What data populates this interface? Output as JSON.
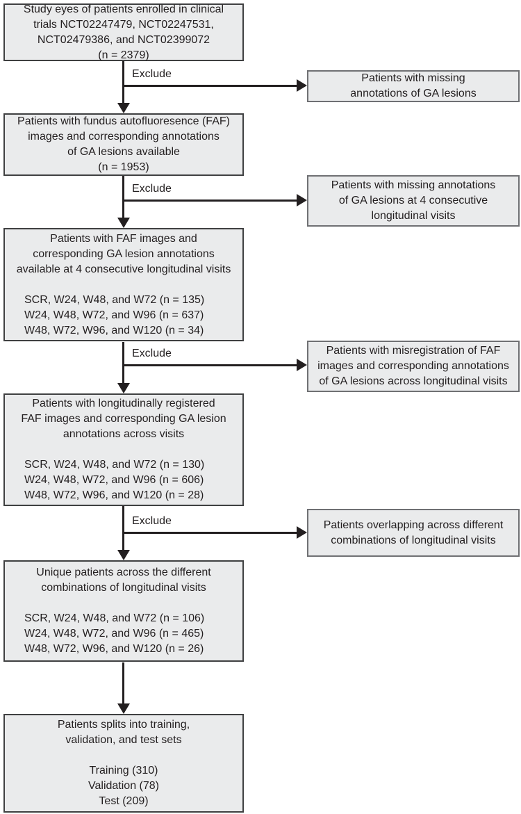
{
  "flow": {
    "exclude_label": "Exclude",
    "colors": {
      "box_fill": "#eaebec",
      "main_box_border": "#3f4041",
      "side_box_border": "#6f7073",
      "line_and_text": "#231f20",
      "background": "#ffffff"
    },
    "main_boxes": [
      {
        "name": "enrolled",
        "header": [
          "Study eyes of patients enrolled in clinical",
          "trials NCT02247479, NCT02247531,",
          "NCT02479386, and NCT02399072",
          "(n = 2379)"
        ]
      },
      {
        "name": "faf-available",
        "header": [
          "Patients with fundus autofluoresence (FAF)",
          "images and corresponding annotations",
          "of GA lesions available",
          "(n = 1953)"
        ]
      },
      {
        "name": "faf-4-consecutive-visits",
        "header": [
          "Patients with FAF images and",
          "corresponding GA lesion annotations",
          "available at 4 consecutive longitudinal visits"
        ],
        "items": [
          "SCR, W24, W48, and W72 (n = 135)",
          "W24, W48, W72, and W96 (n = 637)",
          "W48, W72, W96, and W120 (n = 34)"
        ]
      },
      {
        "name": "longitudinally-registered",
        "header": [
          "Patients with longitudinally registered",
          "FAF images and corresponding GA lesion",
          "annotations across visits"
        ],
        "items": [
          "SCR, W24, W48, and W72 (n = 130)",
          "W24, W48, W72, and W96 (n = 606)",
          "W48, W72, W96, and W120 (n = 28)"
        ]
      },
      {
        "name": "unique-patients",
        "header": [
          "Unique patients across the different",
          "combinations of longitudinal visits"
        ],
        "items": [
          "SCR, W24, W48, and W72 (n = 106)",
          "W24, W48, W72, and W96 (n = 465)",
          "W48, W72, W96, and W120 (n = 26)"
        ]
      },
      {
        "name": "dataset-splits",
        "header": [
          "Patients splits into training,",
          "validation, and test sets"
        ],
        "items": [
          "Training (310)",
          "Validation (78)",
          "Test (209)"
        ]
      }
    ],
    "exclusion_boxes": [
      {
        "name": "missing-annotations",
        "lines": [
          "Patients with missing",
          "annotations of GA lesions"
        ]
      },
      {
        "name": "missing-annotations-4-visits",
        "lines": [
          "Patients with missing annotations",
          "of GA lesions at 4 consecutive",
          "longitudinal visits"
        ]
      },
      {
        "name": "misregistration",
        "lines": [
          "Patients with misregistration of FAF",
          "images and corresponding annotations",
          "of GA lesions across longitudinal visits"
        ]
      },
      {
        "name": "overlapping-patients",
        "lines": [
          "Patients overlapping across different",
          "combinations of longitudinal visits"
        ]
      }
    ]
  }
}
